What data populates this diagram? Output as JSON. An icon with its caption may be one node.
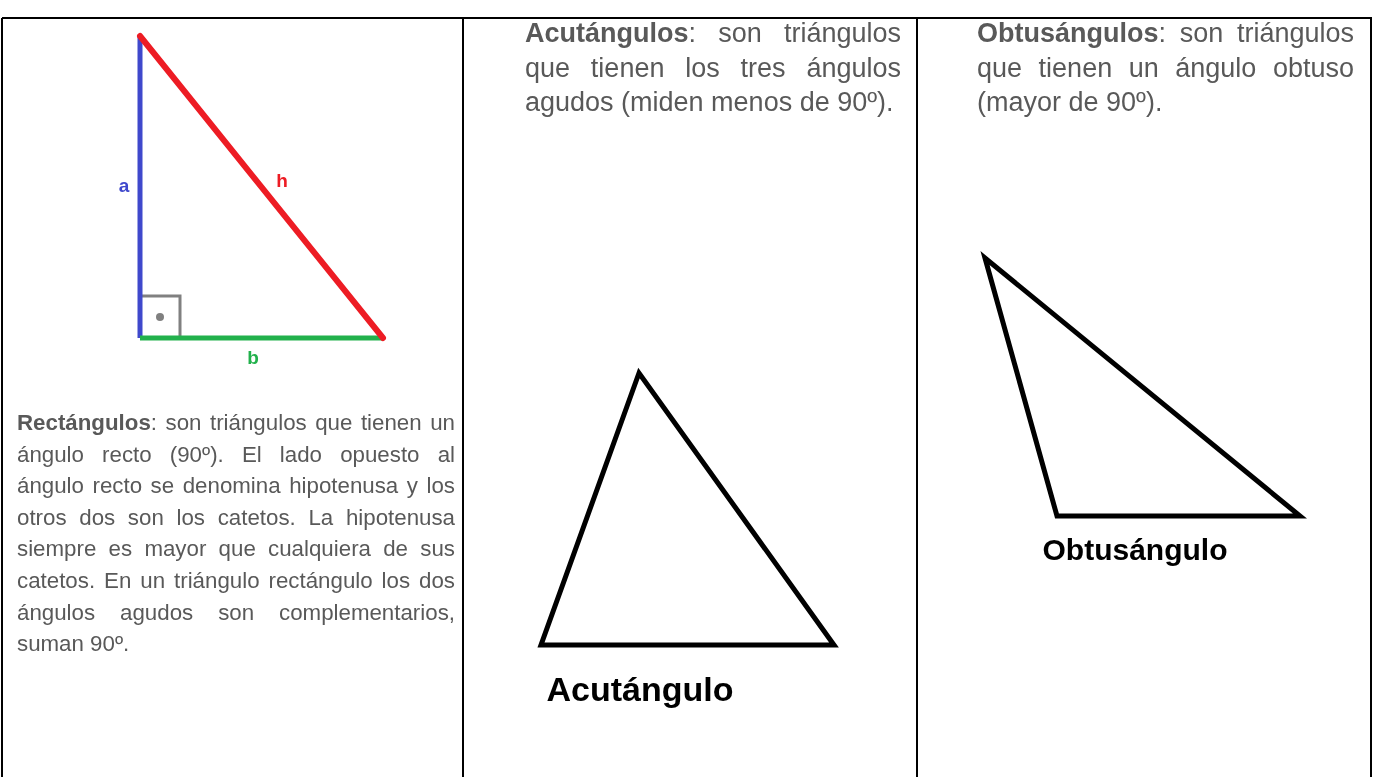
{
  "diagram": {
    "nodes": [
      {
        "text": [
          "**Rectángulos**: son triángulos que tienen un ángulo recto (90º). El lado opuesto al ángulo recto se denomina hipotenusa y los otros dos son los catetos. La hipotenusa siempre es mayor que cualquiera de sus catetos. En un triángulo rectángulo los dos ángulos agudos son complementarios, suman 90º."
        ]
      },
      {
        "text": [
          "**Acutángulos**: son triángulos que tienen los tres ángulos agudos (miden menos de 90º)."
        ]
      },
      {
        "text": [
          "**Obtusángulos**: son triángulos que tienen un ángulo obtuso (mayor de 90º)."
        ]
      }
    ],
    "labels": [
      "a",
      "h",
      "b",
      "Acutángulo",
      "Obtusángulo"
    ]
  }
}
